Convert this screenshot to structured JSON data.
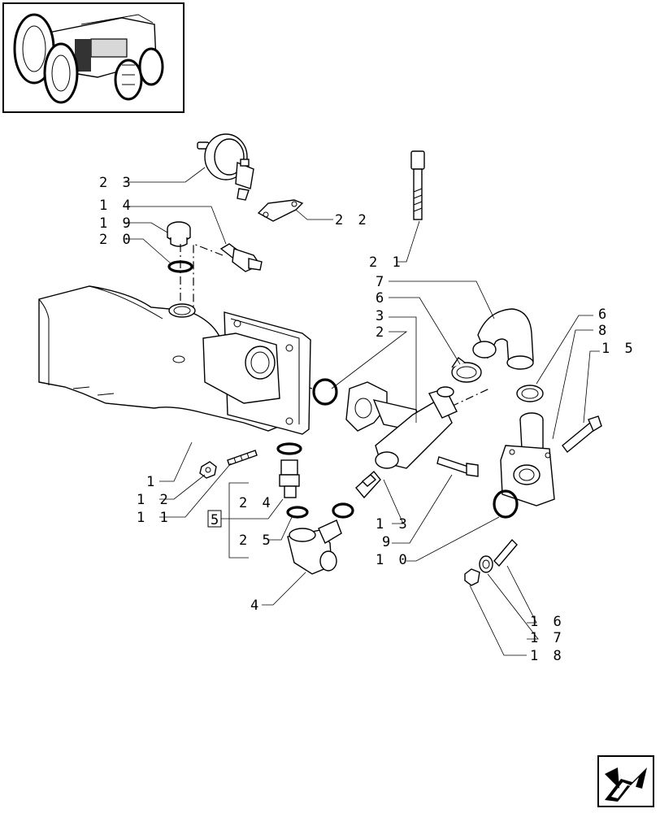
{
  "diagram": {
    "callouts": [
      {
        "id": "c23",
        "text": "2 3"
      },
      {
        "id": "c14",
        "text": "1 4"
      },
      {
        "id": "c19",
        "text": "1 9"
      },
      {
        "id": "c20",
        "text": "2 0"
      },
      {
        "id": "c22",
        "text": "2 2"
      },
      {
        "id": "c21",
        "text": "2 1"
      },
      {
        "id": "c7",
        "text": "7"
      },
      {
        "id": "c6a",
        "text": "6"
      },
      {
        "id": "c3",
        "text": "3"
      },
      {
        "id": "c2",
        "text": "2"
      },
      {
        "id": "c6b",
        "text": "6"
      },
      {
        "id": "c8",
        "text": "8"
      },
      {
        "id": "c15",
        "text": "1 5"
      },
      {
        "id": "c1",
        "text": "1"
      },
      {
        "id": "c12",
        "text": "1 2"
      },
      {
        "id": "c11",
        "text": "1 1"
      },
      {
        "id": "c24",
        "text": "2 4"
      },
      {
        "id": "c5",
        "text": "5"
      },
      {
        "id": "c25",
        "text": "2 5"
      },
      {
        "id": "c13",
        "text": "1 3"
      },
      {
        "id": "c9",
        "text": "9"
      },
      {
        "id": "c10",
        "text": "1 0"
      },
      {
        "id": "c4",
        "text": "4"
      },
      {
        "id": "c16",
        "text": "1 6"
      },
      {
        "id": "c17",
        "text": "1 7"
      },
      {
        "id": "c18",
        "text": "1 8"
      }
    ],
    "icons": {
      "thumbnail": "tractor-thumbnail-icon",
      "navigation": "next-page-arrow-icon"
    }
  }
}
